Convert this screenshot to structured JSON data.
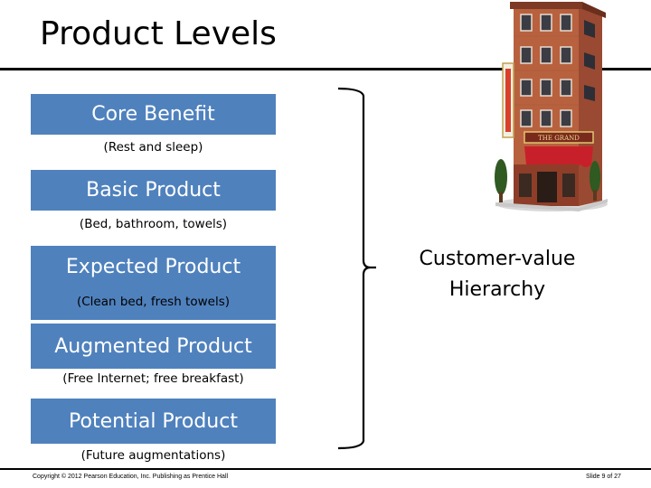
{
  "slide": {
    "title": "Product Levels"
  },
  "levels": [
    {
      "label": "Core Benefit",
      "note": "(Rest and sleep)"
    },
    {
      "label": "Basic Product",
      "note": "(Bed, bathroom, towels)"
    },
    {
      "label": "Expected Product",
      "note": "(Clean bed, fresh towels)"
    },
    {
      "label": "Augmented Product",
      "note": "(Free Internet; free breakfast)"
    },
    {
      "label": "Potential Product",
      "note": "(Future augmentations)"
    }
  ],
  "hierarchy": {
    "line1": "Customer-value",
    "line2": "Hierarchy"
  },
  "image": {
    "sign_text": "THE GRAND"
  },
  "footer": {
    "copyright": "Copyright © 2012 Pearson Education, Inc. Publishing as Prentice Hall",
    "slide_number": "Slide 9 of 27"
  },
  "colors": {
    "box_fill": "#4f81bd",
    "box_text": "#ffffff"
  }
}
